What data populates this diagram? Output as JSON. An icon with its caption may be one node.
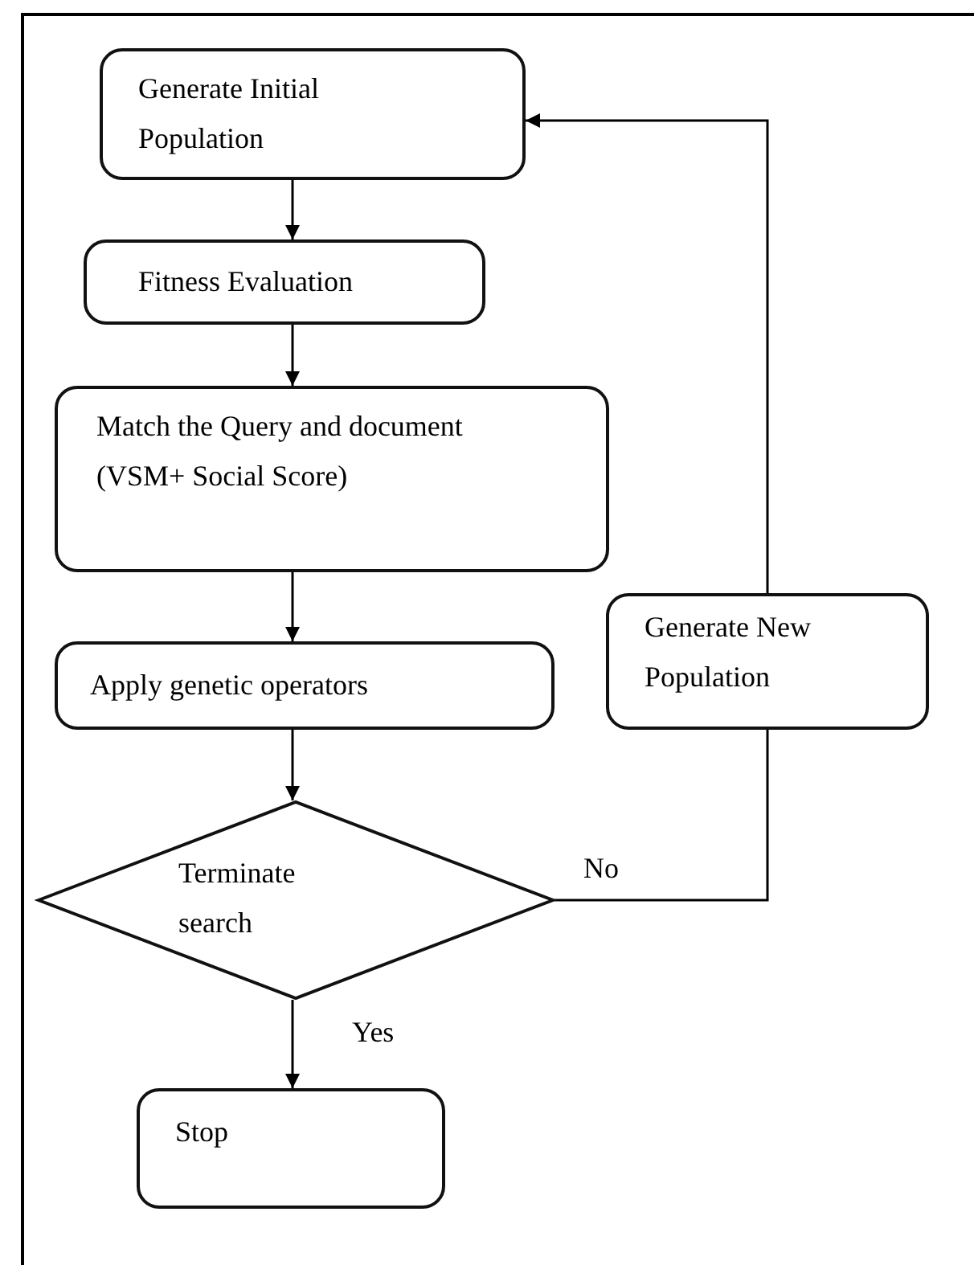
{
  "diagram": {
    "nodes": [
      {
        "text": [
          "Generate Initial Population"
        ]
      },
      {
        "text": [
          "Fitness Evaluation"
        ]
      },
      {
        "text": [
          "Match the  Query and document (VSM+ Social Score)"
        ]
      },
      {
        "text": [
          "Apply genetic operators"
        ]
      },
      {
        "text": [
          "Terminate search"
        ]
      },
      {
        "text": [
          "Generate New Population"
        ]
      },
      {
        "text": [
          "Stop"
        ]
      }
    ],
    "edges": [
      {
        "from": 0,
        "to": 1,
        "arrow": "to"
      },
      {
        "from": 1,
        "to": 2,
        "arrow": "to"
      },
      {
        "from": 2,
        "to": 3,
        "arrow": "to"
      },
      {
        "from": 3,
        "to": 4,
        "arrow": "to"
      },
      {
        "from": 4,
        "to": 6,
        "arrow": "to",
        "label": "Yes"
      },
      {
        "from": 4,
        "to": 5,
        "arrow": "none",
        "label": "No"
      },
      {
        "from": 5,
        "to": 0,
        "arrow": "to"
      }
    ]
  }
}
